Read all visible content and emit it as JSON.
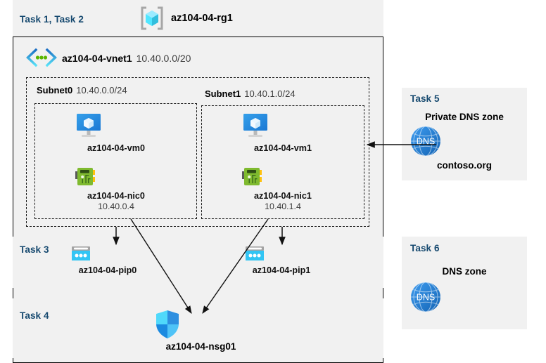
{
  "colors": {
    "task_label": "#16496f",
    "panel_bg": "#f1f1f1",
    "border": "#000000",
    "accent_cyan": "#32c5f4",
    "accent_blue": "#1f86d8",
    "nic_green": "#6cb33f",
    "dns_blue": "#2a7fd4"
  },
  "header": {
    "task_label": "Task 1, Task 2",
    "resource_group_name": "az104-04-rg1",
    "resource_group_icon": "resource-group-icon"
  },
  "vnet": {
    "name": "az104-04-vnet1",
    "address_space": "10.40.0.0/20",
    "icon": "virtual-network-icon"
  },
  "subnets": [
    {
      "name": "Subnet0",
      "cidr": "10.40.0.0/24",
      "vm": {
        "name": "az104-04-vm0",
        "icon": "virtual-machine-icon"
      },
      "nic": {
        "name": "az104-04-nic0",
        "ip": "10.40.0.4",
        "icon": "network-interface-icon"
      }
    },
    {
      "name": "Subnet1",
      "cidr": "10.40.1.0/24",
      "vm": {
        "name": "az104-04-vm1",
        "icon": "virtual-machine-icon"
      },
      "nic": {
        "name": "az104-04-nic1",
        "ip": "10.40.1.4",
        "icon": "network-interface-icon"
      }
    }
  ],
  "task3": {
    "task_label": "Task 3",
    "public_ips": [
      {
        "name": "az104-04-pip0",
        "icon": "public-ip-address-icon"
      },
      {
        "name": "az104-04-pip1",
        "icon": "public-ip-address-icon"
      }
    ]
  },
  "task4": {
    "task_label": "Task 4",
    "nsg": {
      "name": "az104-04-nsg01",
      "icon": "network-security-group-icon"
    }
  },
  "task5": {
    "task_label": "Task 5",
    "heading": "Private DNS zone",
    "zone_name": "contoso.org",
    "icon": "dns-zone-icon",
    "icon_text": "DNS"
  },
  "task6": {
    "task_label": "Task 6",
    "heading": "DNS zone",
    "icon": "dns-zone-icon",
    "icon_text": "DNS"
  }
}
